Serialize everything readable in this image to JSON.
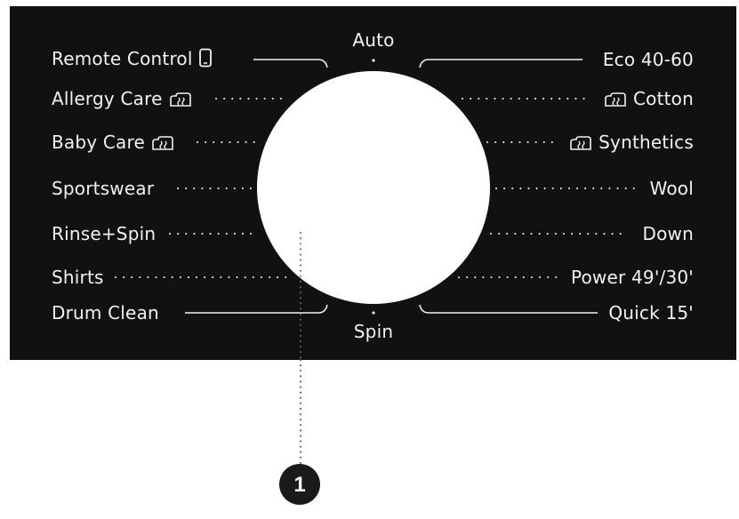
{
  "colors": {
    "panel": "#111111",
    "text": "#f2f2f2",
    "dial": "#ffffff",
    "badge": "#1a1a1a"
  },
  "program_selector": {
    "top_label": "Auto",
    "bottom_label": "Spin",
    "left_programs": [
      {
        "label": "Remote Control",
        "icon": "phone-icon",
        "connector": "line"
      },
      {
        "label": "Allergy Care",
        "icon": "steam-icon",
        "connector": "dots"
      },
      {
        "label": "Baby Care",
        "icon": "steam-icon",
        "connector": "dots"
      },
      {
        "label": "Sportswear",
        "icon": "",
        "connector": "dots"
      },
      {
        "label": "Rinse+Spin",
        "icon": "",
        "connector": "dots"
      },
      {
        "label": "Shirts",
        "icon": "",
        "connector": "dots"
      },
      {
        "label": "Drum Clean",
        "icon": "",
        "connector": "line"
      }
    ],
    "right_programs": [
      {
        "label": "Eco 40-60",
        "icon": "",
        "connector": "line"
      },
      {
        "label": "Cotton",
        "icon": "steam-icon",
        "connector": "dots"
      },
      {
        "label": "Synthetics",
        "icon": "steam-icon",
        "connector": "dots"
      },
      {
        "label": "Wool",
        "icon": "",
        "connector": "dots"
      },
      {
        "label": "Down",
        "icon": "",
        "connector": "dots"
      },
      {
        "label": "Power 49'/30'",
        "icon": "",
        "connector": "dots"
      },
      {
        "label": "Quick 15'",
        "icon": "",
        "connector": "line"
      }
    ]
  },
  "callout": {
    "number": "1"
  }
}
